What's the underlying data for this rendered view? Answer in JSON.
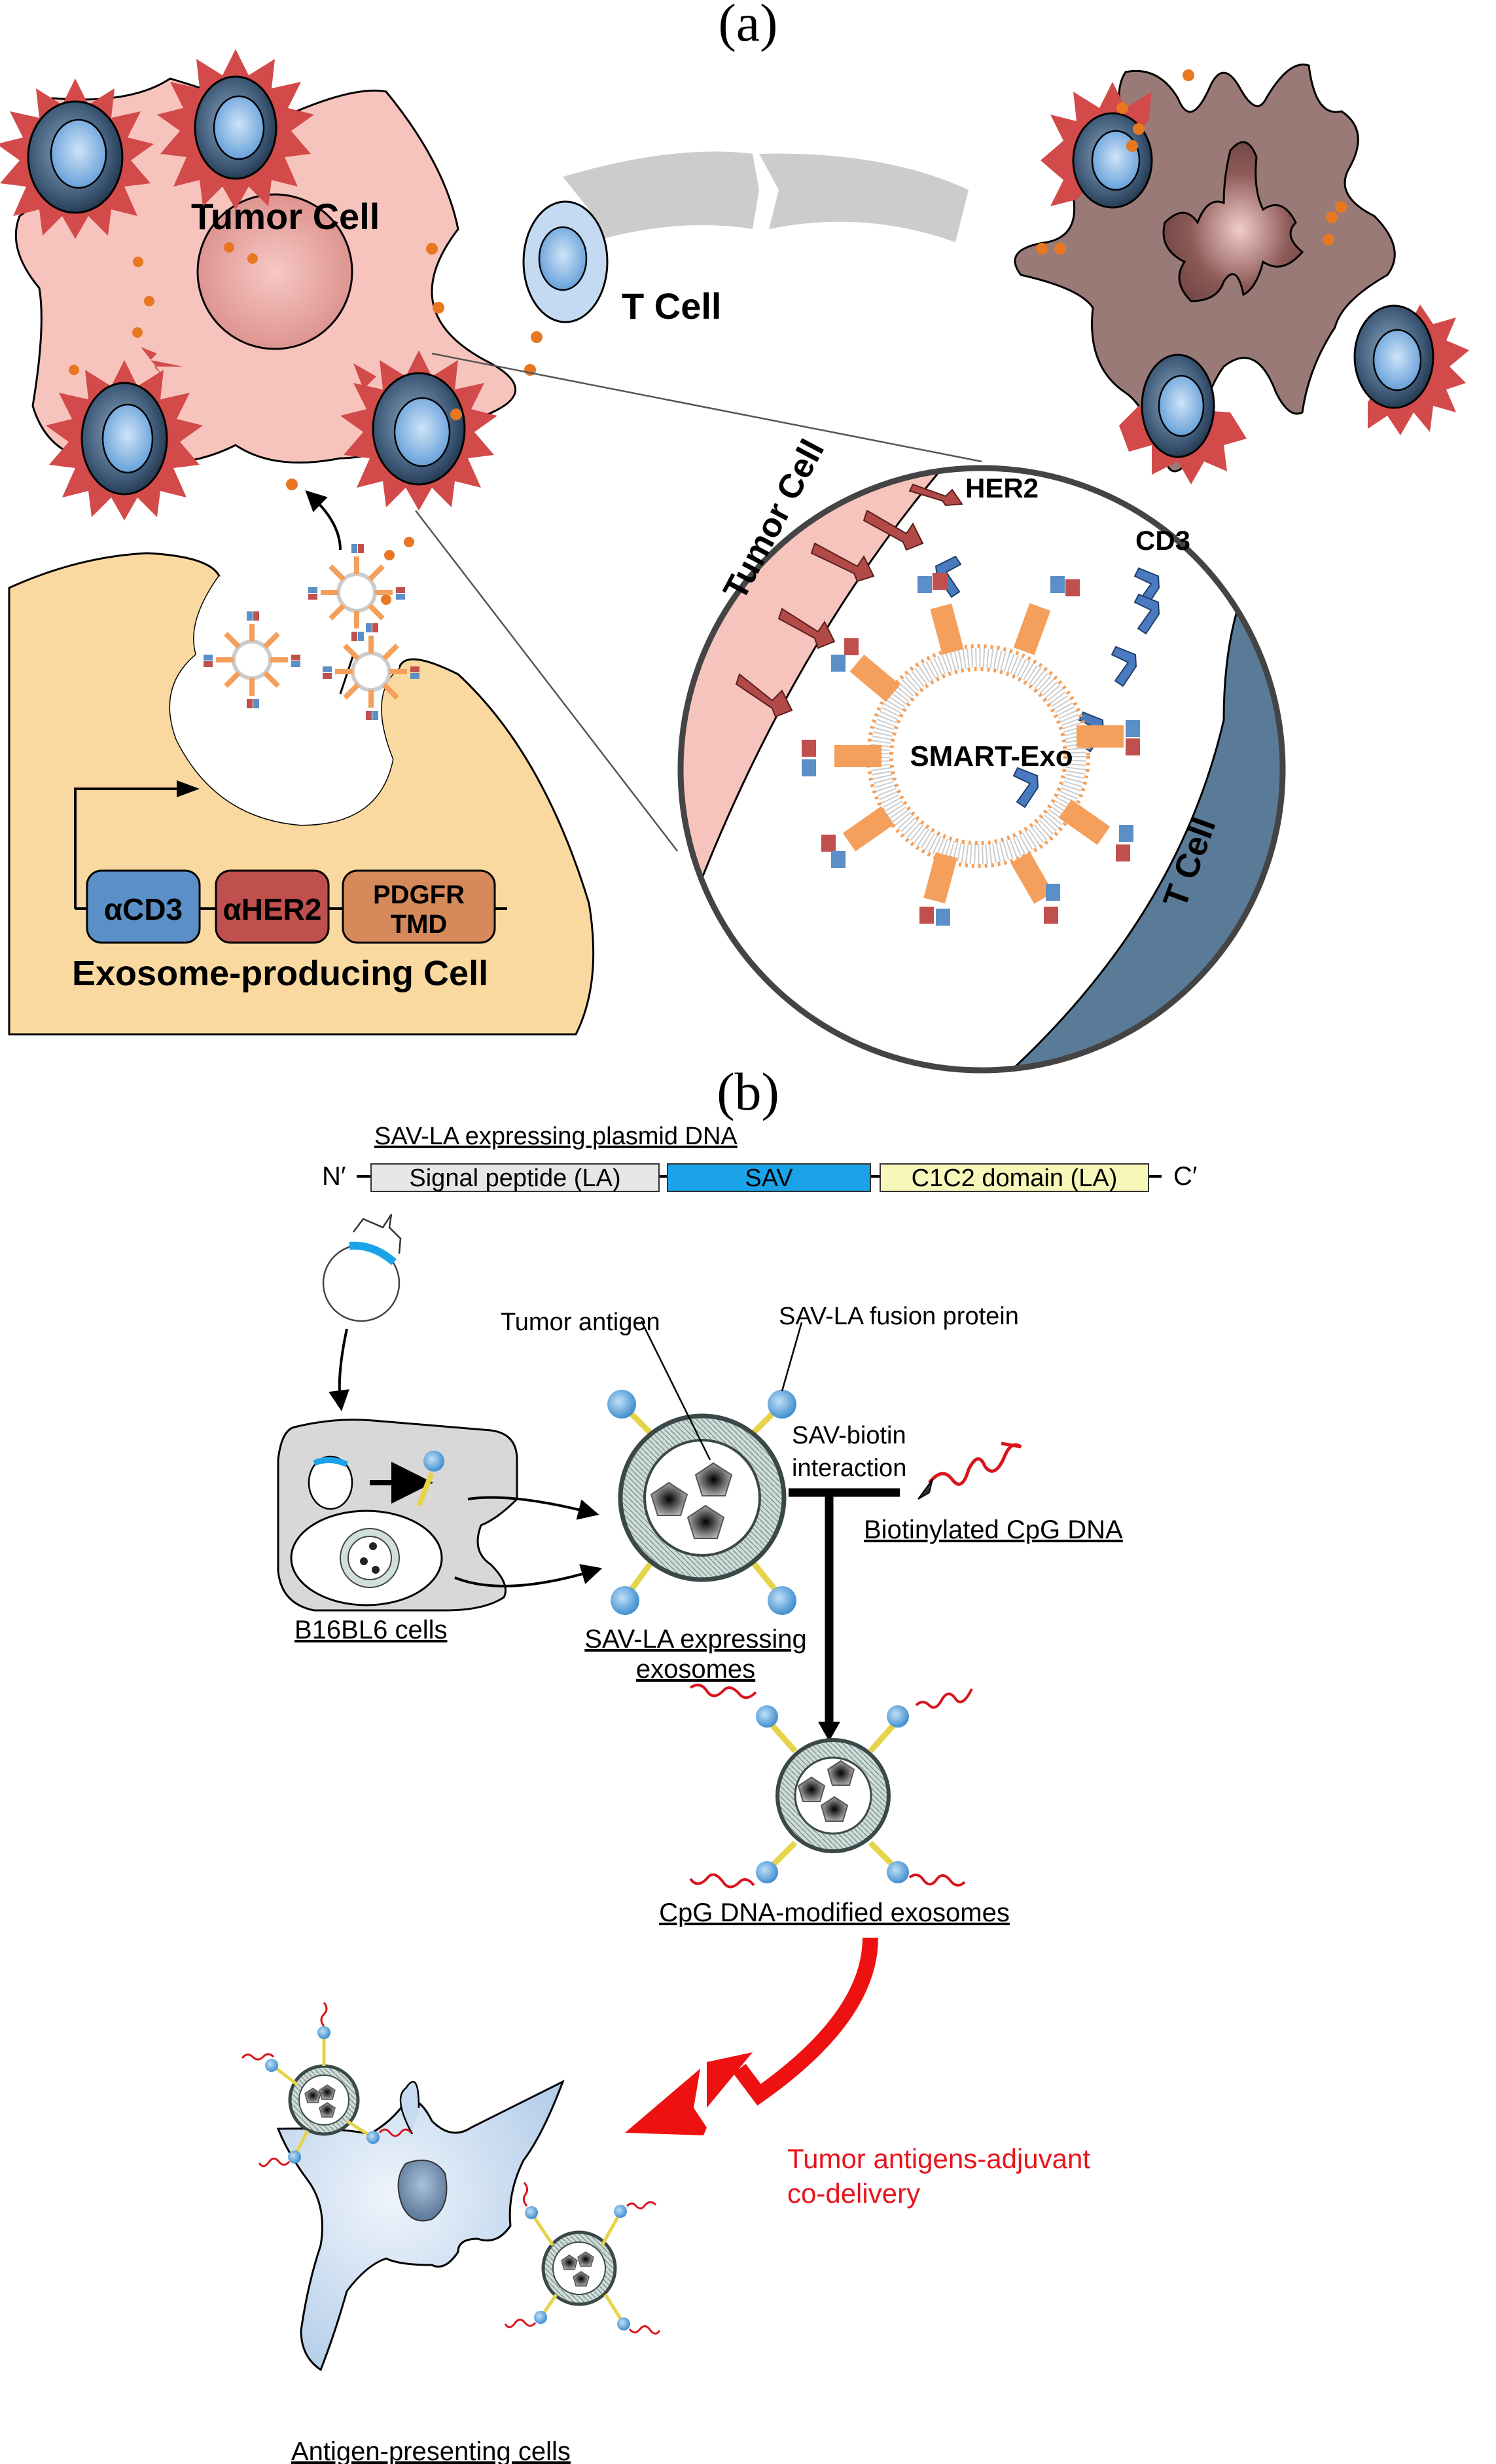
{
  "panel_a": {
    "label": "(a)",
    "tumor_cell_label": "Tumor Cell",
    "t_cell_label": "T Cell",
    "inset": {
      "tumor_cell_label": "Tumor Cell",
      "t_cell_label": "T Cell",
      "her2_label": "HER2",
      "cd3_label": "CD3",
      "exosome_label": "SMART-Exo"
    },
    "construct": {
      "segments": [
        {
          "label": "αCD3",
          "color": "#5b8fc7"
        },
        {
          "label": "αHER2",
          "color": "#c0504d"
        },
        {
          "label_line1": "PDGFR",
          "label_line2": "TMD",
          "color": "#d6895a"
        }
      ]
    },
    "producing_cell_label": "Exosome-producing Cell",
    "colors": {
      "tumor_cell": "#f7c4bd",
      "dead_tumor_cell": "#9a7a76",
      "producing_cell": "#fad9a0",
      "t_cell_membrane": "#5a7b98",
      "apoptosis_spikes": "#d24a4a",
      "granule": "#e87722"
    }
  },
  "panel_b": {
    "label": "(b)",
    "plasmid_title": "SAV-LA expressing plasmid DNA",
    "n_terminus": "N′",
    "c_terminus": "C′",
    "plasmid_segments": [
      {
        "label": "Signal peptide (LA)",
        "color": "#e6e6e6"
      },
      {
        "label": "SAV",
        "color": "#1aa3e8"
      },
      {
        "label": "C1C2 domain (LA)",
        "color": "#f7f7b9"
      }
    ],
    "tumor_antigen_label": "Tumor antigen",
    "fusion_protein_label": "SAV-LA fusion protein",
    "interaction_label_line1": "SAV-biotin",
    "interaction_label_line2": "interaction",
    "cpg_label": "Biotinylated CpG DNA",
    "cells_label": "B16BL6 cells",
    "exosomes_label_line1": "SAV-LA expressing",
    "exosomes_label_line2": "exosomes",
    "modified_exosomes_label": "CpG DNA-modified exosomes",
    "codelivery_line1": "Tumor antigens-adjuvant",
    "codelivery_line2": "co-delivery",
    "apc_label": "Antigen-presenting cells"
  }
}
